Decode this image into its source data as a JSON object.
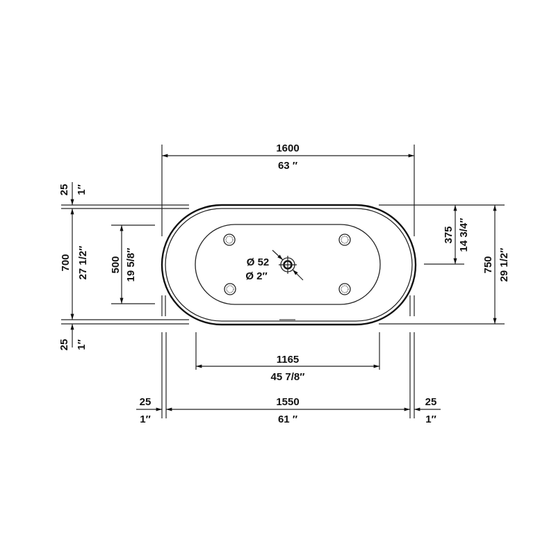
{
  "drawing": {
    "width_total": {
      "mm": "1600",
      "in": "63 ″"
    },
    "width_inner": {
      "mm": "1550",
      "in": "61 ″"
    },
    "basin_length": {
      "mm": "1165",
      "in": "45 7/8″"
    },
    "rim_left": {
      "mm": "25",
      "in": "1″"
    },
    "rim_right": {
      "mm": "25",
      "in": "1″"
    },
    "rim_top": {
      "mm": "25",
      "in": "1″"
    },
    "rim_bottom": {
      "mm": "25",
      "in": "1″"
    },
    "depth_inner": {
      "mm": "700",
      "in": "27 1/2″"
    },
    "basin_width": {
      "mm": "500",
      "in": "19 5/8″"
    },
    "drain_offset": {
      "mm": "375",
      "in": "14 3/4″"
    },
    "depth_total": {
      "mm": "750",
      "in": "29 1/2″"
    },
    "drain_diameter": {
      "mm": "Ø 52",
      "in": "Ø 2″"
    }
  }
}
